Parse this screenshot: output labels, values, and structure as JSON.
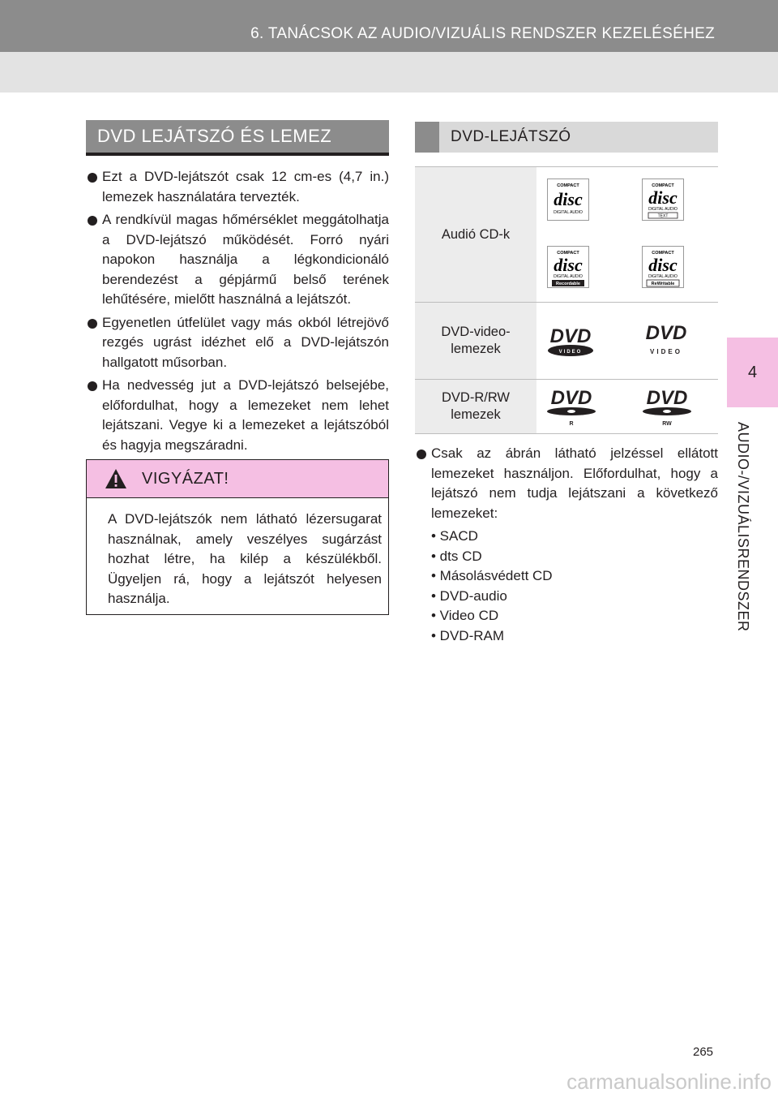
{
  "header": {
    "title": "6. TANÁCSOK AZ AUDIO/VIZUÁLIS RENDSZER KEZELÉSÉHEZ"
  },
  "side_tab": {
    "number": "4",
    "label": "AUDIO-/VIZUÁLISRENDSZER"
  },
  "left": {
    "title": "DVD LEJÁTSZÓ ÉS LEMEZ",
    "bullets": [
      "Ezt a DVD-lejátszót csak 12 cm-es (4,7 in.) lemezek használatára tervezték.",
      "A rendkívül magas hőmérséklet meggátolhatja a DVD-lejátszó működését. Forró nyári napokon használja a légkondicionáló berendezést a gépjármű belső terének lehűtésére, mielőtt használná a lejátszót.",
      "Egyenetlen útfelület vagy más okból létrejövő rezgés ugrást idézhet elő a DVD-lejátszón hallgatott műsorban.",
      "Ha nedvesség jut a DVD-lejátszó belsejébe, előfordulhat, hogy a lemezeket nem lehet lejátszani. Vegye ki a lemezeket a lejátszóból és hagyja megszáradni."
    ],
    "caution": {
      "title": "VIGYÁZAT!",
      "text": "A DVD-lejátszók nem látható lézersugarat használnak, amely veszélyes sugárzást hozhat létre, ha kilép a készülékből. Ügyeljen rá, hogy a lejátszót helyesen használja."
    }
  },
  "right": {
    "title": "DVD-LEJÁTSZÓ",
    "table": {
      "rows": [
        {
          "label": "Audió CD-k",
          "logos": [
            "compact-disc-digital-audio-logo",
            "compact-disc-digital-audio-text-logo",
            "compact-disc-recordable-logo",
            "compact-disc-rewritable-logo"
          ]
        },
        {
          "label": "DVD-video-lemezek",
          "logos": [
            "dvd-video-logo",
            "dvd-video-logo"
          ]
        },
        {
          "label": "DVD-R/RW lemezek",
          "logos": [
            "dvd-r-logo",
            "dvd-rw-logo"
          ]
        }
      ],
      "logo_text": {
        "compact": "COMPACT",
        "disc": "disc",
        "digital_audio": "DIGITAL AUDIO",
        "text": "TEXT",
        "recordable": "Recordable",
        "rewritable": "ReWritable",
        "dvd": "DVD",
        "video": "VIDEO",
        "r": "R",
        "rw": "RW"
      }
    },
    "bullet": "Csak az ábrán látható jelzéssel ellátott lemezeket használjon. Előfordulhat, hogy a lejátszó nem tudja lejátszani a következő lemezeket:",
    "sub_items": [
      "• SACD",
      "• dts CD",
      "• Másolásvédett CD",
      "• DVD-audio",
      "• Video CD",
      "• DVD-RAM"
    ]
  },
  "footer": {
    "page_number": "265",
    "watermark": "carmanualsonline.info"
  }
}
